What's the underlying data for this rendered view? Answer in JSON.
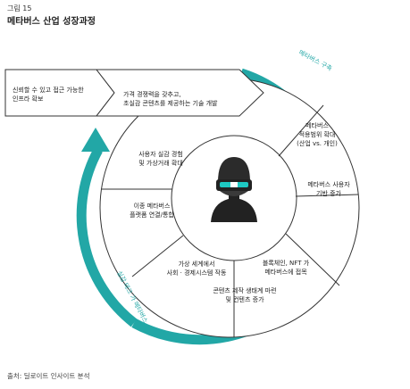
{
  "figure": {
    "number": "그림 15",
    "title": "메타버스 산업 성장과정",
    "source": "출처: 딜로이트 인사이트 분석"
  },
  "arrows": {
    "infra": "신뢰할 수 있고 접근 가능한\n인프라 확보",
    "content": "가격 경쟁력을 갖추고,\n초실감 콘텐츠를 제공하는 기술 개발"
  },
  "outer_segments": {
    "scope": "메타버스\n적용범위 확대\n(산업 vs. 개인)",
    "user_base": "메타버스 사용자\n기반 증가",
    "blockchain": "블록체인, NFT 가\n메타버스에 접목",
    "ecosystem": "콘텐츠 제작 생태계 마련\n및 컨텐츠 증가",
    "economy": "가상 세계에서\n사회 · 경제시스템 작동",
    "integration": "이종 메타버스\n플랫폼 연결/통합",
    "experience": "사용자 실감 경험\n및 가상거래 확대"
  },
  "cycle": {
    "top_label": "메타버스 구축",
    "bottom_label": "실감 테크 가 메타버스"
  },
  "icons": [
    "vr-headset-person-icon"
  ],
  "colors": {
    "cycle_arrow": "#22a7a6",
    "divider": "#333333",
    "arrow_fill": "#ffffff",
    "headset_band": "#1ec9c3"
  }
}
